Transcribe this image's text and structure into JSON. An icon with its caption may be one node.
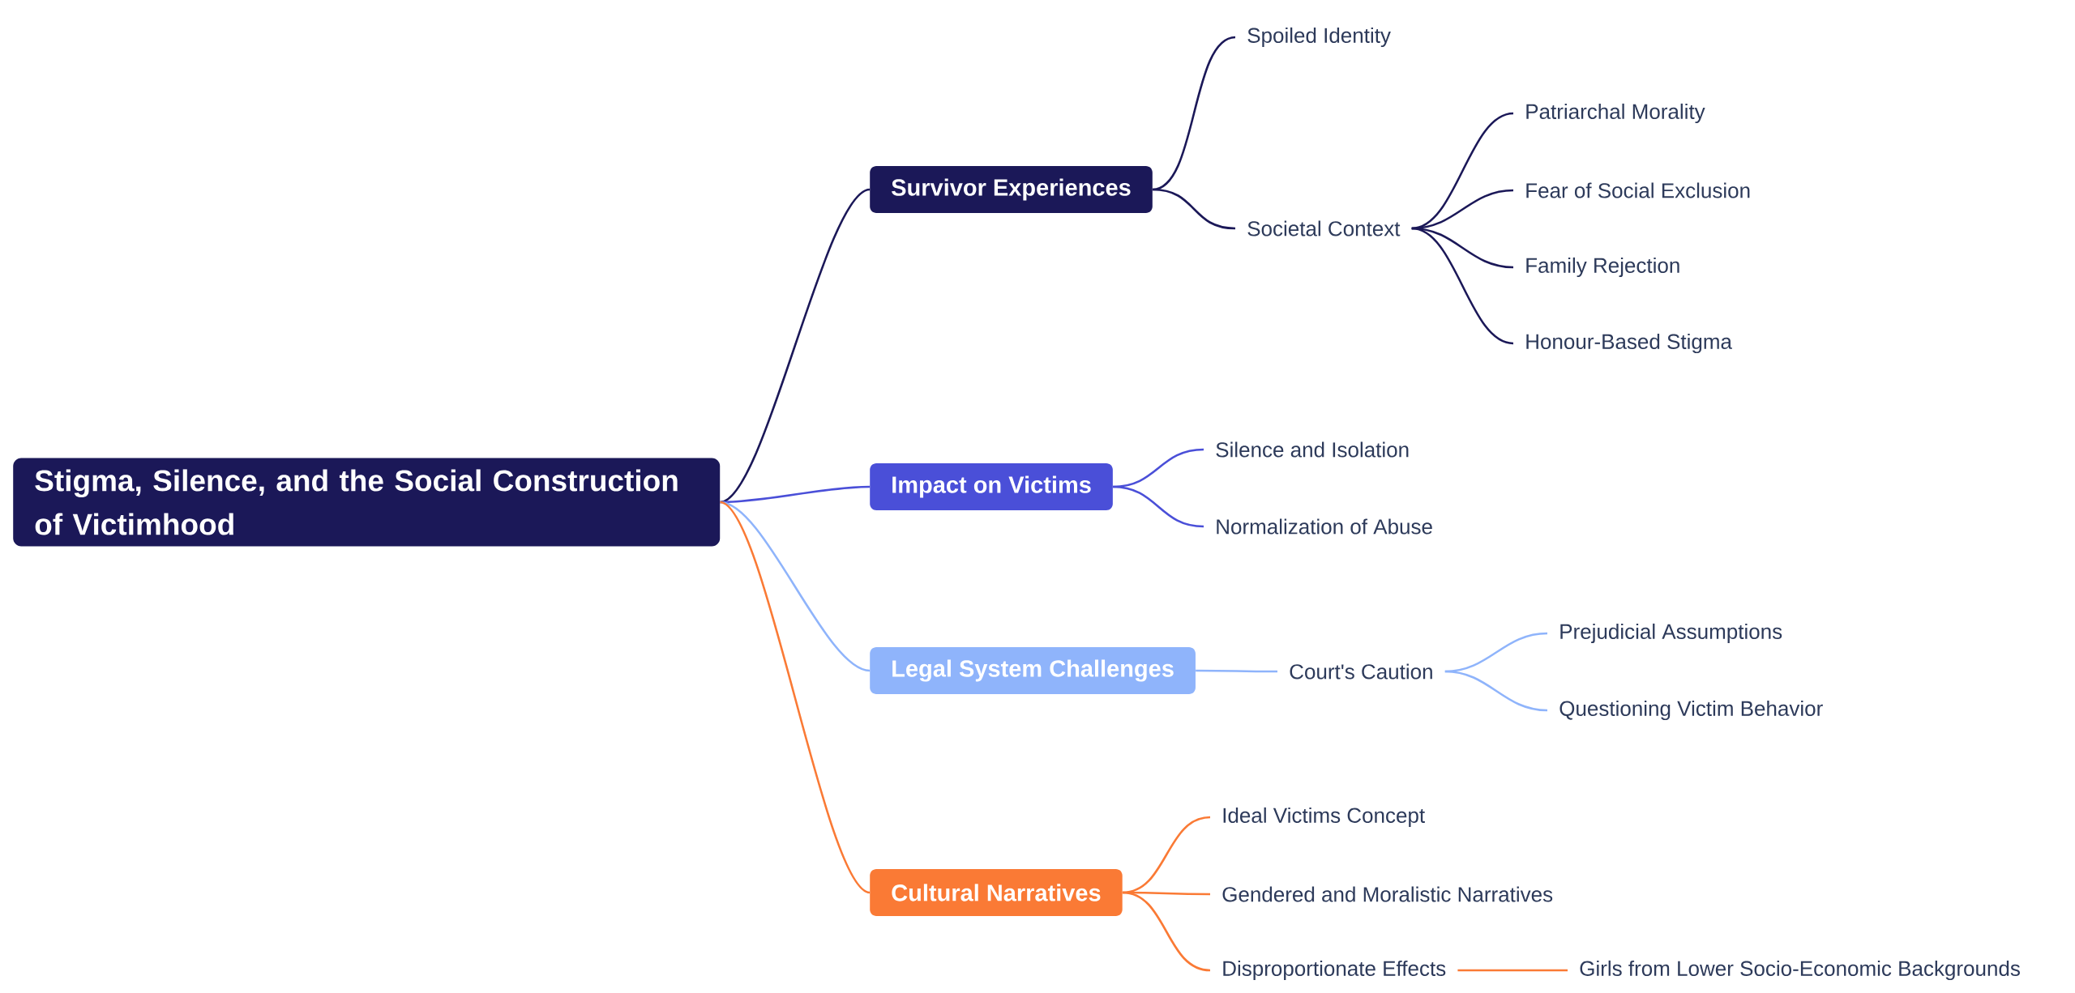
{
  "diagram": {
    "nodes": [
      {
        "text": [
          "Stigma, Silence, and the Social Construction of Victimhood"
        ]
      },
      {
        "text": [
          "Survivor Experiences"
        ]
      },
      {
        "text": [
          "Spoiled Identity"
        ]
      },
      {
        "text": [
          "Societal Context"
        ]
      },
      {
        "text": [
          "Patriarchal Morality"
        ]
      },
      {
        "text": [
          "Fear of Social Exclusion"
        ]
      },
      {
        "text": [
          "Family Rejection"
        ]
      },
      {
        "text": [
          "Honour-Based Stigma"
        ]
      },
      {
        "text": [
          "Impact on Victims"
        ]
      },
      {
        "text": [
          "Silence and Isolation"
        ]
      },
      {
        "text": [
          "Normalization of Abuse"
        ]
      },
      {
        "text": [
          "Legal System Challenges"
        ]
      },
      {
        "text": [
          "Court's Caution"
        ]
      },
      {
        "text": [
          "Prejudicial Assumptions"
        ]
      },
      {
        "text": [
          "Questioning Victim Behavior"
        ]
      },
      {
        "text": [
          "Cultural Narratives"
        ]
      },
      {
        "text": [
          "Ideal Victims Concept"
        ]
      },
      {
        "text": [
          "Gendered and Moralistic Narratives"
        ]
      },
      {
        "text": [
          "Disproportionate Effects"
        ]
      },
      {
        "text": [
          "Girls from Lower Socio-Economic Backgrounds"
        ]
      }
    ],
    "edges": [
      {
        "from": 0,
        "to": 1,
        "arrow": "none"
      },
      {
        "from": 1,
        "to": 2,
        "arrow": "none"
      },
      {
        "from": 1,
        "to": 3,
        "arrow": "none"
      },
      {
        "from": 3,
        "to": 4,
        "arrow": "none"
      },
      {
        "from": 3,
        "to": 5,
        "arrow": "none"
      },
      {
        "from": 3,
        "to": 6,
        "arrow": "none"
      },
      {
        "from": 3,
        "to": 7,
        "arrow": "none"
      },
      {
        "from": 0,
        "to": 8,
        "arrow": "none",
        "color": "#4a4fd8"
      },
      {
        "from": 8,
        "to": 9,
        "arrow": "none",
        "color": "#4a4fd8"
      },
      {
        "from": 8,
        "to": 10,
        "arrow": "none",
        "color": "#4a4fd8"
      },
      {
        "from": 0,
        "to": 11,
        "arrow": "none",
        "color": "#8fb4fb"
      },
      {
        "from": 11,
        "to": 12,
        "arrow": "none",
        "color": "#8fb4fb"
      },
      {
        "from": 12,
        "to": 13,
        "arrow": "none",
        "color": "#8fb4fb"
      },
      {
        "from": 12,
        "to": 14,
        "arrow": "none",
        "color": "#8fb4fb"
      },
      {
        "from": 0,
        "to": 15,
        "arrow": "none",
        "color": "#fa7a35"
      },
      {
        "from": 15,
        "to": 16,
        "arrow": "none",
        "color": "#fa7a35"
      },
      {
        "from": 15,
        "to": 17,
        "arrow": "none",
        "color": "#fa7a35"
      },
      {
        "from": 15,
        "to": 18,
        "arrow": "none",
        "color": "#fa7a35"
      },
      {
        "from": 18,
        "to": 19,
        "arrow": "none",
        "color": "#fa7a35"
      }
    ]
  }
}
